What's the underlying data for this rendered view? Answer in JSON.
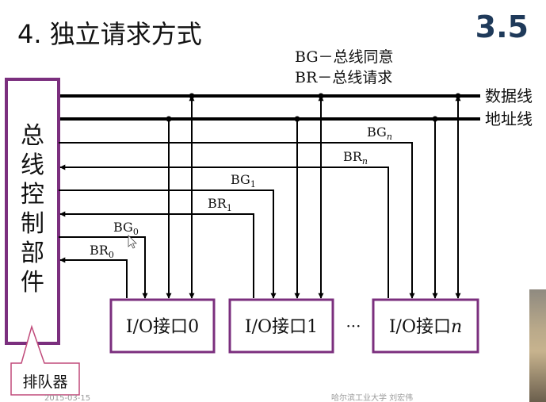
{
  "title": "4. 独立请求方式",
  "section_number": "3.5",
  "legend": {
    "bg": "BG－总线同意",
    "br": "BR－总线请求"
  },
  "bus": {
    "data_line": "数据线",
    "address_line": "地址线"
  },
  "controller": {
    "chars": [
      "总",
      "线",
      "控",
      "制",
      "部",
      "件"
    ]
  },
  "arbiter_callout": "排队器",
  "signals": [
    {
      "base": "BG",
      "sub": "n"
    },
    {
      "base": "BR",
      "sub": "n"
    },
    {
      "base": "BG",
      "sub": "1"
    },
    {
      "base": "BR",
      "sub": "1"
    },
    {
      "base": "BG",
      "sub": "0"
    },
    {
      "base": "BR",
      "sub": "0"
    }
  ],
  "interfaces": [
    {
      "prefix": "I/O接口",
      "index": "0"
    },
    {
      "prefix": "I/O接口",
      "index": "1"
    },
    {
      "prefix": "I/O接口",
      "index": "n"
    }
  ],
  "ellipsis": "···",
  "footer": {
    "date": "2015-03-15",
    "credit": "哈尔滨工业大学 刘宏伟"
  },
  "colors": {
    "box_border": "#7b2f7e",
    "line": "#000000",
    "section_number": "#1f3a5a",
    "callout_border": "#c04a7a"
  }
}
